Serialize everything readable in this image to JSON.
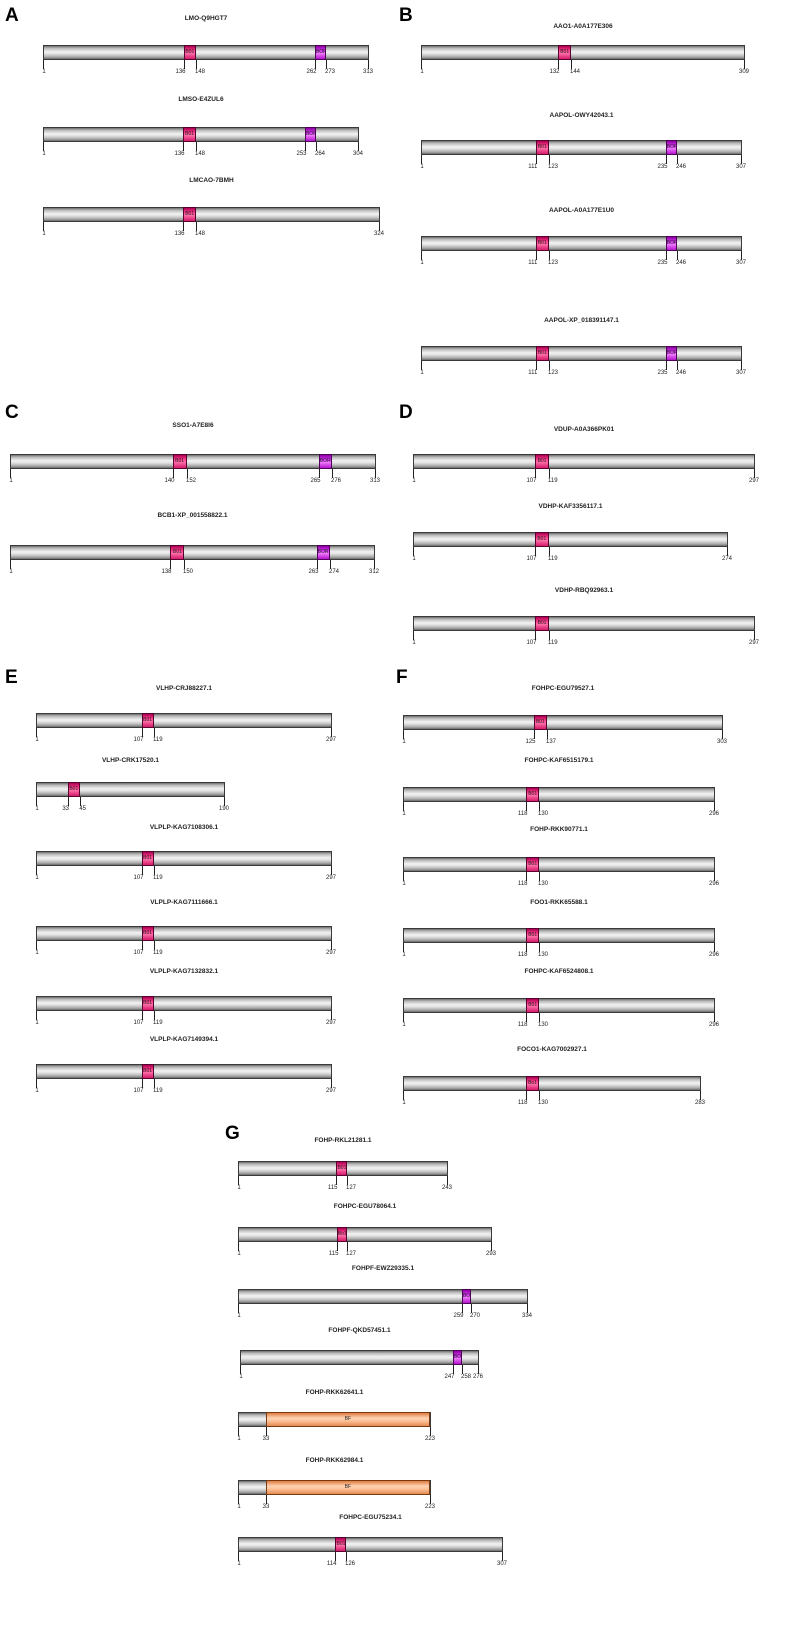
{
  "colors": {
    "b01": "#ff3d8c",
    "bor": "#e23bff",
    "bf": "#ffd3b4",
    "bar": "#d9d9d9"
  },
  "panels": [
    {
      "letter": "A",
      "proteins": [
        {
          "name": "LMO-Q9HGT7",
          "length": 313,
          "domains": [
            {
              "label": "B01",
              "type": "b01",
              "start": 136,
              "end": 148
            },
            {
              "label": "BOR",
              "type": "bor",
              "start": 262,
              "end": 273
            }
          ],
          "ticks": [
            "1",
            "136",
            "148",
            "262",
            "273",
            "313"
          ]
        },
        {
          "name": "LMSO-E4ZUL6",
          "length": 304,
          "domains": [
            {
              "label": "B01",
              "type": "b01",
              "start": 136,
              "end": 148
            },
            {
              "label": "BOR",
              "type": "bor",
              "start": 253,
              "end": 264
            }
          ],
          "ticks": [
            "1",
            "136",
            "148",
            "253",
            "264",
            "304"
          ]
        },
        {
          "name": "LMCAO-7BMH",
          "length": 324,
          "domains": [
            {
              "label": "B01",
              "type": "b01",
              "start": 136,
              "end": 148
            }
          ],
          "ticks": [
            "1",
            "136",
            "148",
            "324"
          ]
        }
      ]
    },
    {
      "letter": "B",
      "proteins": [
        {
          "name": "AAO1-A0A177E306",
          "length": 309,
          "domains": [
            {
              "label": "B01",
              "type": "b01",
              "start": 132,
              "end": 144
            }
          ],
          "ticks": [
            "1",
            "132",
            "144",
            "309"
          ]
        },
        {
          "name": "AAPOL-OWY42043.1",
          "length": 307,
          "domains": [
            {
              "label": "B01",
              "type": "b01",
              "start": 111,
              "end": 123
            },
            {
              "label": "BOR",
              "type": "bor",
              "start": 235,
              "end": 246
            }
          ],
          "ticks": [
            "1",
            "111",
            "123",
            "235",
            "246",
            "307"
          ]
        },
        {
          "name": "AAPOL-A0A177E1U0",
          "length": 307,
          "domains": [
            {
              "label": "B01",
              "type": "b01",
              "start": 111,
              "end": 123
            },
            {
              "label": "BOR",
              "type": "bor",
              "start": 235,
              "end": 246
            }
          ],
          "ticks": [
            "1",
            "111",
            "123",
            "235",
            "246",
            "307"
          ]
        },
        {
          "name": "AAPOL-XP_018391147.1",
          "length": 307,
          "domains": [
            {
              "label": "B01",
              "type": "b01",
              "start": 111,
              "end": 123
            },
            {
              "label": "BOR",
              "type": "bor",
              "start": 235,
              "end": 246
            }
          ],
          "ticks": [
            "1",
            "111",
            "123",
            "235",
            "246",
            "307"
          ]
        }
      ]
    },
    {
      "letter": "C",
      "proteins": [
        {
          "name": "SSO1-A7E8I6",
          "length": 313,
          "domains": [
            {
              "label": "B01",
              "type": "b01",
              "start": 140,
              "end": 152
            },
            {
              "label": "BOR",
              "type": "bor",
              "start": 265,
              "end": 276
            }
          ],
          "ticks": [
            "1",
            "140",
            "152",
            "265",
            "276",
            "313"
          ]
        },
        {
          "name": "BCB1-XP_001558822.1",
          "length": 312,
          "domains": [
            {
              "label": "B01",
              "type": "b01",
              "start": 138,
              "end": 150
            },
            {
              "label": "BOR",
              "type": "bor",
              "start": 263,
              "end": 274
            }
          ],
          "ticks": [
            "1",
            "138",
            "150",
            "263",
            "274",
            "312"
          ]
        }
      ]
    },
    {
      "letter": "D",
      "proteins": [
        {
          "name": "VDUP-A0A366PK01",
          "length": 297,
          "domains": [
            {
              "label": "B01",
              "type": "b01",
              "start": 107,
              "end": 119
            }
          ],
          "ticks": [
            "1",
            "107",
            "119",
            "297"
          ]
        },
        {
          "name": "VDHP-KAF3356117.1",
          "length": 274,
          "domains": [
            {
              "label": "B01",
              "type": "b01",
              "start": 107,
              "end": 119
            }
          ],
          "ticks": [
            "1",
            "107",
            "119",
            "274"
          ]
        },
        {
          "name": "VDHP-RBQ92963.1",
          "length": 297,
          "domains": [
            {
              "label": "B01",
              "type": "b01",
              "start": 107,
              "end": 119
            }
          ],
          "ticks": [
            "1",
            "107",
            "119",
            "297"
          ]
        }
      ]
    },
    {
      "letter": "E",
      "proteins": [
        {
          "name": "VLHP-CRJ88227.1",
          "length": 297,
          "domains": [
            {
              "label": "B01",
              "type": "b01",
              "start": 107,
              "end": 119
            }
          ],
          "ticks": [
            "1",
            "107",
            "119",
            "297"
          ]
        },
        {
          "name": "VLHP-CRK17520.1",
          "length": 190,
          "domains": [
            {
              "label": "B01",
              "type": "b01",
              "start": 33,
              "end": 45
            }
          ],
          "ticks": [
            "1",
            "33",
            "45",
            "190"
          ]
        },
        {
          "name": "VLPLP-KAG7108306.1",
          "length": 297,
          "domains": [
            {
              "label": "B01",
              "type": "b01",
              "start": 107,
              "end": 119
            }
          ],
          "ticks": [
            "1",
            "107",
            "119",
            "297"
          ]
        },
        {
          "name": "VLPLP-KAG7111666.1",
          "length": 297,
          "domains": [
            {
              "label": "B01",
              "type": "b01",
              "start": 107,
              "end": 119
            }
          ],
          "ticks": [
            "1",
            "107",
            "119",
            "297"
          ]
        },
        {
          "name": "VLPLP-KAG7132832.1",
          "length": 297,
          "domains": [
            {
              "label": "B01",
              "type": "b01",
              "start": 107,
              "end": 119
            }
          ],
          "ticks": [
            "1",
            "107",
            "119",
            "297"
          ]
        },
        {
          "name": "VLPLP-KAG7149394.1",
          "length": 297,
          "domains": [
            {
              "label": "B01",
              "type": "b01",
              "start": 107,
              "end": 119
            }
          ],
          "ticks": [
            "1",
            "107",
            "119",
            "297"
          ]
        }
      ]
    },
    {
      "letter": "F",
      "proteins": [
        {
          "name": "FOHPC-EGU79527.1",
          "length": 303,
          "domains": [
            {
              "label": "B01",
              "type": "b01",
              "start": 125,
              "end": 137
            }
          ],
          "ticks": [
            "1",
            "125",
            "137",
            "303"
          ]
        },
        {
          "name": "FOHPC-KAF6515179.1",
          "length": 296,
          "domains": [
            {
              "label": "B01",
              "type": "b01",
              "start": 118,
              "end": 130
            }
          ],
          "ticks": [
            "1",
            "118",
            "130",
            "296"
          ]
        },
        {
          "name": "FOHP-RKK90771.1",
          "length": 296,
          "domains": [
            {
              "label": "B01",
              "type": "b01",
              "start": 118,
              "end": 130
            }
          ],
          "ticks": [
            "1",
            "118",
            "130",
            "296"
          ]
        },
        {
          "name": "FOO1-RKK65588.1",
          "length": 296,
          "domains": [
            {
              "label": "B01",
              "type": "b01",
              "start": 118,
              "end": 130
            }
          ],
          "ticks": [
            "1",
            "118",
            "130",
            "296"
          ]
        },
        {
          "name": "FOHPC-KAF6524808.1",
          "length": 296,
          "domains": [
            {
              "label": "B01",
              "type": "b01",
              "start": 118,
              "end": 130
            }
          ],
          "ticks": [
            "1",
            "118",
            "130",
            "296"
          ]
        },
        {
          "name": "FOCO1-KAG7002927.1",
          "length": 283,
          "domains": [
            {
              "label": "Bo1",
              "type": "b01",
              "start": 118,
              "end": 130
            }
          ],
          "ticks": [
            "1",
            "118",
            "130",
            "283"
          ]
        }
      ]
    },
    {
      "letter": "G",
      "proteins": [
        {
          "name": "FOHP-RKL21281.1",
          "length": 243,
          "domains": [
            {
              "label": "B01",
              "type": "b01",
              "start": 115,
              "end": 127
            }
          ],
          "ticks": [
            "1",
            "115",
            "127",
            "243"
          ]
        },
        {
          "name": "FOHPC-EGU78064.1",
          "length": 293,
          "domains": [
            {
              "label": "Bo1",
              "type": "b01",
              "start": 115,
              "end": 127
            }
          ],
          "ticks": [
            "1",
            "115",
            "127",
            "293"
          ]
        },
        {
          "name": "FOHPF-EWZ29335.1",
          "length": 334,
          "domains": [
            {
              "label": "BOR",
              "type": "bor",
              "start": 259,
              "end": 270
            }
          ],
          "ticks": [
            "1",
            "259",
            "270",
            "334"
          ]
        },
        {
          "name": "FOHPF-QKD57451.1",
          "length": 276,
          "domains": [
            {
              "label": "BOR",
              "type": "bor",
              "start": 247,
              "end": 258
            }
          ],
          "ticks": [
            "1",
            "247",
            "258",
            "276"
          ]
        },
        {
          "name": "FOHP-RKK62641.1",
          "length": 223,
          "domains": [
            {
              "label": "BF",
              "type": "bf",
              "start": 33,
              "end": 223
            }
          ],
          "ticks": [
            "1",
            "33",
            "223"
          ]
        },
        {
          "name": "FOHP-RKK62984.1",
          "length": 223,
          "domains": [
            {
              "label": "BF",
              "type": "bf",
              "start": 33,
              "end": 223
            }
          ],
          "ticks": [
            "1",
            "33",
            "223"
          ]
        },
        {
          "name": "FOHPC-EGU75234.1",
          "length": 307,
          "domains": [
            {
              "label": "B01",
              "type": "b01",
              "start": 114,
              "end": 126
            }
          ],
          "ticks": [
            "1",
            "114",
            "126",
            "307"
          ]
        }
      ]
    }
  ]
}
